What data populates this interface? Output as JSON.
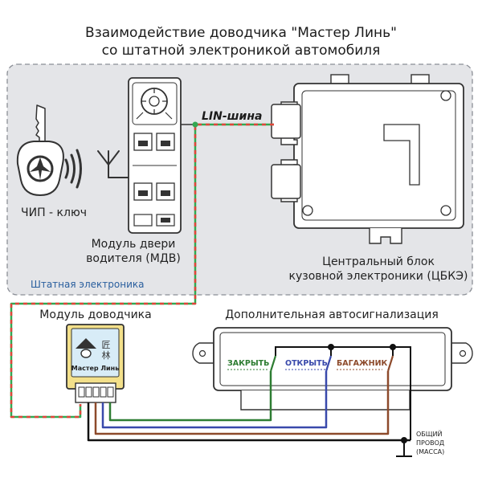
{
  "title": {
    "line1": "Взаимодействие доводчика \"Мастер Линь\"",
    "line2": "со штатной электроникой автомобиля"
  },
  "regions": {
    "stock_electronics": "Штатная электроника"
  },
  "labels": {
    "chip_key": "ЧИП - ключ",
    "door_module_line1": "Модуль двери",
    "door_module_line2": "водителя (МДВ)",
    "lin_bus": "LIN-шина",
    "body_unit_line1": "Центральный блок",
    "body_unit_line2": "кузовной электроники (ЦБКЭ)",
    "closer_module": "Модуль доводчика",
    "alarm": "Дополнительная автосигнализация"
  },
  "closer_module_face": {
    "hanzi_top": "匠",
    "hanzi_bottom": "林",
    "brand": "Мастер Линь"
  },
  "alarm_outputs": [
    {
      "id": "lock",
      "label": "ЗАКРЫТЬ",
      "color": "#2e7d32"
    },
    {
      "id": "unlock",
      "label": "ОТКРЫТЬ",
      "color": "#3949ab"
    },
    {
      "id": "trunk",
      "label": "БАГАЖНИК",
      "color": "#8d4a2b"
    }
  ],
  "ground": {
    "line1": "ОБЩИЙ",
    "line2": "ПРОВОД",
    "line3": "(МАССА)"
  },
  "colors": {
    "panel_fill": "#e4e5e8",
    "panel_border": "#8b8f96",
    "lin_green": "#33a852",
    "lin_red": "#e0453a",
    "wire_green": "#2e7d32",
    "wire_blue": "#3949ab",
    "wire_brown": "#8d4a2b",
    "wire_black": "#111111",
    "module_yellow": "#f3e08a",
    "module_face": "#d8ecf7",
    "region_label": "#2a5f9e"
  }
}
